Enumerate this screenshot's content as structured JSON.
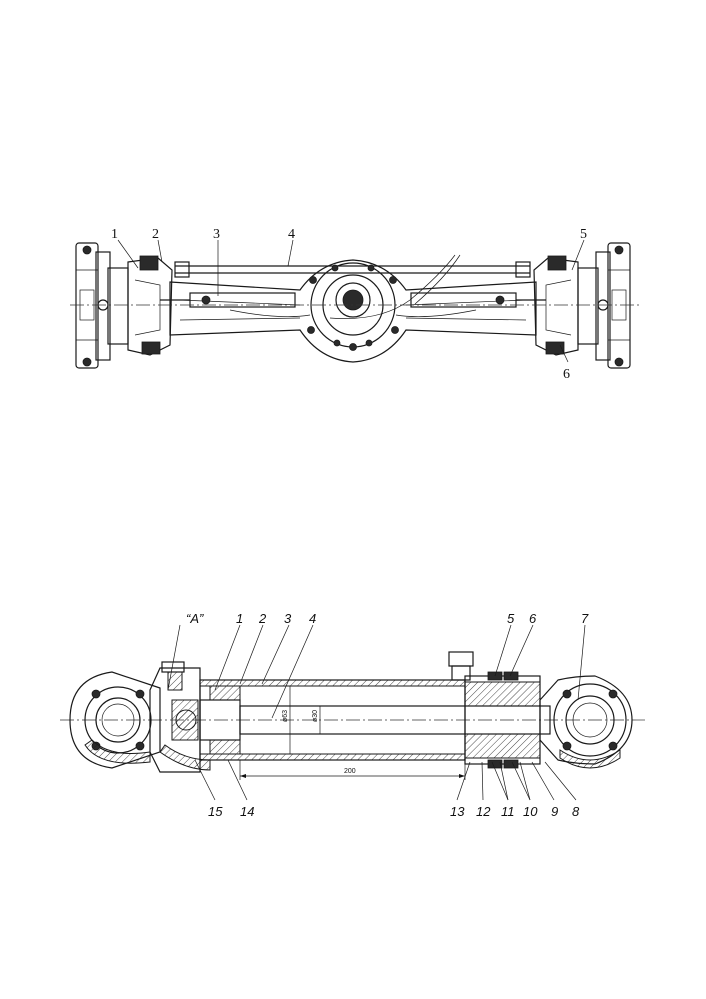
{
  "axle": {
    "labels": {
      "l1": "1",
      "l2": "2",
      "l3": "3",
      "l4": "4",
      "l5": "5",
      "l6": "6"
    }
  },
  "cylinder": {
    "view_label": "“A”",
    "labels": {
      "l1": "1",
      "l2": "2",
      "l3": "3",
      "l4": "4",
      "l5": "5",
      "l6": "6",
      "l7": "7",
      "l8": "8",
      "l9": "9",
      "l10": "10",
      "l11": "11",
      "l12": "12",
      "l13": "13",
      "l14": "14",
      "l15": "15"
    },
    "dimensions": {
      "bore": "ø63",
      "rod": "ø30",
      "stroke": "200"
    }
  }
}
